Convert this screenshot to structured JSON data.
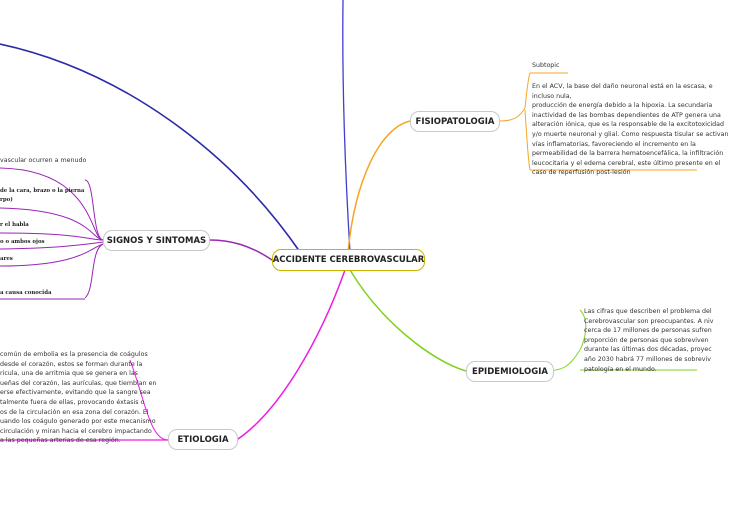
{
  "central": {
    "label": "ACCIDENTE CEREBROVASCULAR"
  },
  "branches": {
    "fisiopatologia": {
      "label": "FISIOPATOLOGIA",
      "subtopic": "Subtopic",
      "text_lines": [
        "En el ACV, la base del daño neuronal está en la escasa, e",
        "incluso nula,",
        " producción de energía debido a la hipoxia. La secundaria",
        "inactividad de las bombas dependientes de ATP genera una",
        "alteración iónica, que es la responsable de la excitotoxicidad",
        "y/o muerte neuronal y glial. Como respuesta tisular se activan",
        "vías inflamatorias, favoreciendo el incremento en la",
        "permeabilidad de la barrera hematoencefálica, la infiltración",
        "leucocitaria y el edema cerebral, este último presente en el",
        "caso de reperfusión post-lesión"
      ]
    },
    "signos": {
      "label": "SIGNOS Y SINTOMAS",
      "intro": "vascular ocurren a menudo",
      "items": [
        "de la cara, brazo o la pierna",
        "rpo)",
        "r el habla",
        "o o ambos ojos",
        "ares",
        "a causa conocida"
      ]
    },
    "epidemiologia": {
      "label": "EPIDEMIOLOGIA",
      "text_lines": [
        "Las cifras que describen el problema del",
        "Cerebrovascular son preocupantes. A niv",
        "cerca de 17 millones de personas sufren",
        "proporción de personas que sobreviven",
        "durante las últimas dos décadas, proyec",
        "año 2030 habrá 77 millones de sobreviv",
        "patología en el mundo."
      ]
    },
    "etiologia": {
      "label": "ETIOLOGIA",
      "text_lines": [
        "común de embolia es la presencia de coágulos",
        "desde el corazón, estos se forman durante la",
        "ricula, una de arritmia que se genera en las",
        "ueñas del corazón, las aurículas, que tiemblan en",
        "erse efectivamente, evitando que la sangre sea",
        "talmente fuera de ellas, provocando éxtasis o",
        "os de la circulación en esa zona del corazón. El",
        "uando los coágulo generado por este mecanismo",
        "circulación y miran hacia el cerebro impactando",
        "a las pequeñas arterias de esa región."
      ]
    }
  },
  "colors": {
    "fisiopatologia": "#f5a623",
    "signos": "#9b26b6",
    "epidemiologia": "#7ed321",
    "etiologia": "#e91ee5",
    "top_left": "#2a2aa8",
    "top_center": "#3f3fd0",
    "central_border": "#c9b400"
  }
}
